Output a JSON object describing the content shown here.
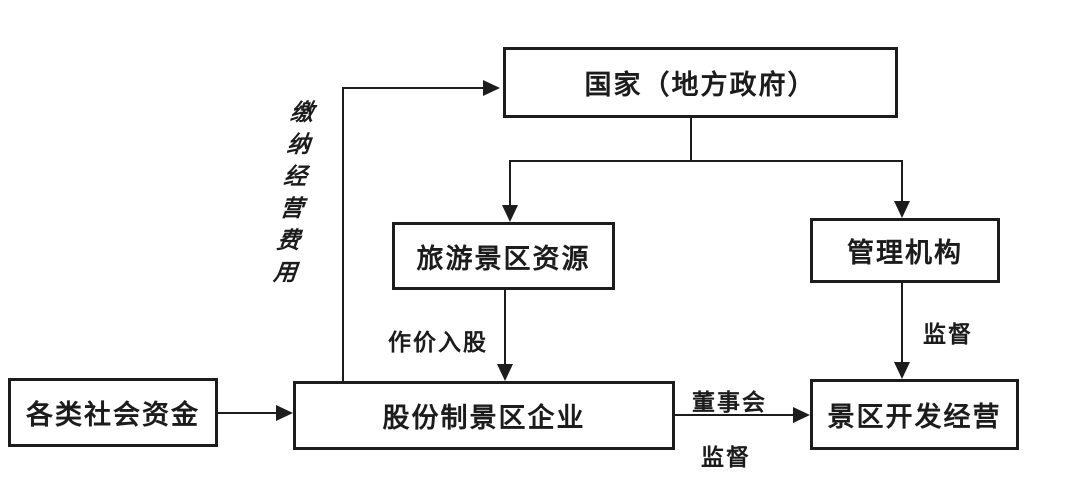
{
  "diagram": {
    "nodes": {
      "state": "国家（地方政府）",
      "resources": "旅游景区资源",
      "admin": "管理机构",
      "funds": "各类社会资金",
      "enterprise": "股份制景区企业",
      "operation": "景区开发经营"
    },
    "labels": {
      "pay_fees": "缴纳经营费用",
      "valuation": "作价入股",
      "supervise_admin": "监督",
      "board": "董事会",
      "supervise_board": "监督"
    },
    "edges": [
      {
        "from": "state",
        "to": "resources",
        "label": ""
      },
      {
        "from": "state",
        "to": "admin",
        "label": ""
      },
      {
        "from": "resources",
        "to": "enterprise",
        "label": "作价入股"
      },
      {
        "from": "admin",
        "to": "operation",
        "label": "监督"
      },
      {
        "from": "funds",
        "to": "enterprise",
        "label": ""
      },
      {
        "from": "enterprise",
        "to": "operation",
        "label": "董事会 监督"
      },
      {
        "from": "enterprise",
        "to": "state",
        "label": "缴纳经营费用"
      }
    ],
    "colors": {
      "line": "#1c1c1c",
      "background": "#ffffff"
    }
  }
}
